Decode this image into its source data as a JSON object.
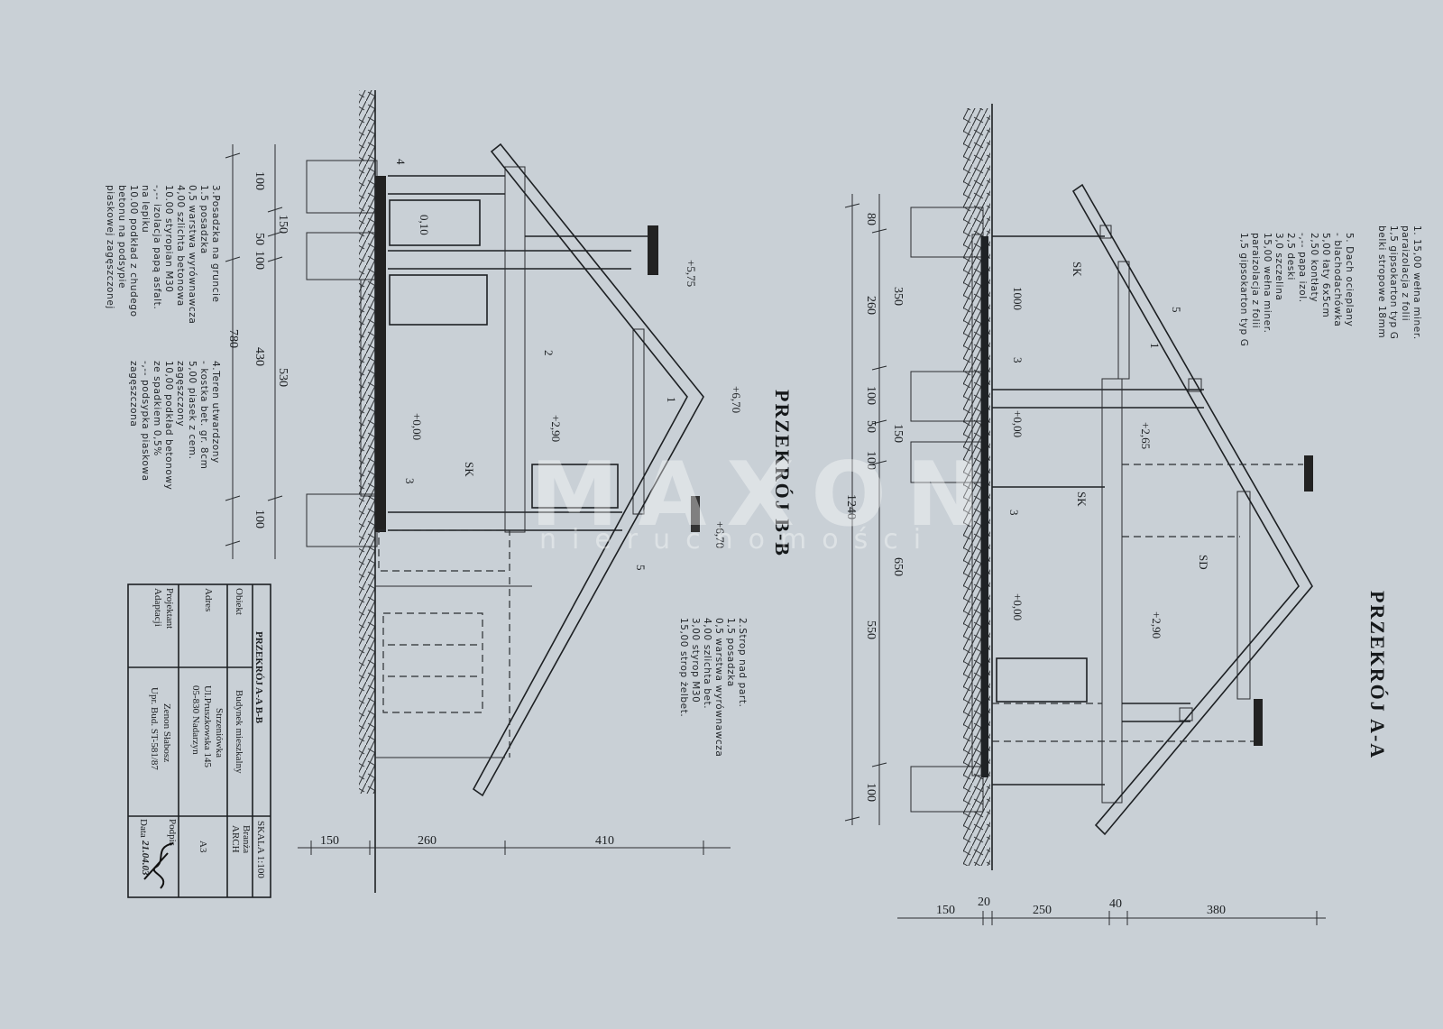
{
  "section_bb": {
    "title": "PRZEKRÓJ B-B",
    "levels": [
      "+5,75",
      "+6,70",
      "+2,90",
      "+0,00",
      "0,10",
      "+6,70"
    ],
    "markers": [
      "1",
      "2",
      "3",
      "4",
      "5",
      "SK"
    ],
    "vertical_dims": [
      "100",
      "150",
      "50",
      "100",
      "780",
      "530",
      "430",
      "100"
    ],
    "bottom_dims": [
      "150",
      "260",
      "410"
    ]
  },
  "section_aa": {
    "title": "PRZEKRÓJ A-A",
    "levels": [
      "1000",
      "+0,00",
      "+2,65",
      "+0,00",
      "+2,90"
    ],
    "markers": [
      "SK",
      "5",
      "1",
      "3",
      "SK",
      "3",
      "SD"
    ],
    "vertical_dims": [
      "80",
      "350",
      "260",
      "100",
      "150",
      "50",
      "100",
      "1240",
      "650",
      "550",
      "100"
    ],
    "bottom_dims": [
      "150",
      "20",
      "250",
      "40",
      "380"
    ]
  },
  "legend_roof": [
    "1. 15,00 wełna miner.",
    "paraizolacja z folii",
    "1,5 gipsokarton typ G",
    "belki stropowe 18mm",
    "5. Dach ocieplany",
    "- blachodachówka",
    "5,00 łaty 6x5cm",
    "2,50 kontłaty",
    "-,-- papa izol.",
    "2,5 deski",
    "3,0 szczelina",
    "15,00 wełna miner.",
    "paraizolacja z folii",
    "1,5 gipsokarton typ G"
  ],
  "legend_floor": [
    "3.Posadzka na gruncie",
    "1.5 posadzka",
    "0,5 warstwa wyrównawcza",
    "4,00 szlichta betonowa",
    "10.00 styropian M30",
    "-,-- izolacja papą asfalt.",
    "na lepiku",
    "10.00 podkład z chudego",
    "betonu na podsypie",
    "piaskowej zagęszczonej"
  ],
  "legend_terrain": [
    "4.Teren utwardzony",
    "- kostka bet. gr. 8cm",
    "5,00 piasek z cem.",
    "zagęszczony",
    "10,00 podkład betonowy",
    "ze spadkiem 0,5%",
    "-,-- podsypka piaskowa",
    "zagęszczona"
  ],
  "legend_ceiling": [
    "2.Strop nad part.",
    "1,5 posadzka",
    "0,5 warstwa wyrównawcza",
    "4,00 szlichta bet.",
    "3,00 styrop M30",
    "15,00 strop żelbet."
  ],
  "title_block": {
    "heading": "PRZEKRÓJ A-A B-B",
    "scale": "SKALA 1:100",
    "object_label": "Obiekt",
    "object_value": "Budynek mieszkalny",
    "branch_label": "Branża",
    "branch_value": "ARCH",
    "address_label": "Adres",
    "address_line1": "Strzeniówka",
    "address_line2": "Ul.Pruszkowska 145",
    "address_line3": "05-830 Nadarzyn",
    "sheet": "A3",
    "designer_label1": "Projektant",
    "designer_label2": "Adaptacji",
    "designer_name": "Zenon Słabosz",
    "designer_license": "Upr. Bud. ST-581/87",
    "signature_label": "Podpis",
    "date_label": "Data",
    "date_value": "21.04.03"
  },
  "watermark": {
    "brand": "MAXON",
    "tagline": "nieruchomości"
  }
}
